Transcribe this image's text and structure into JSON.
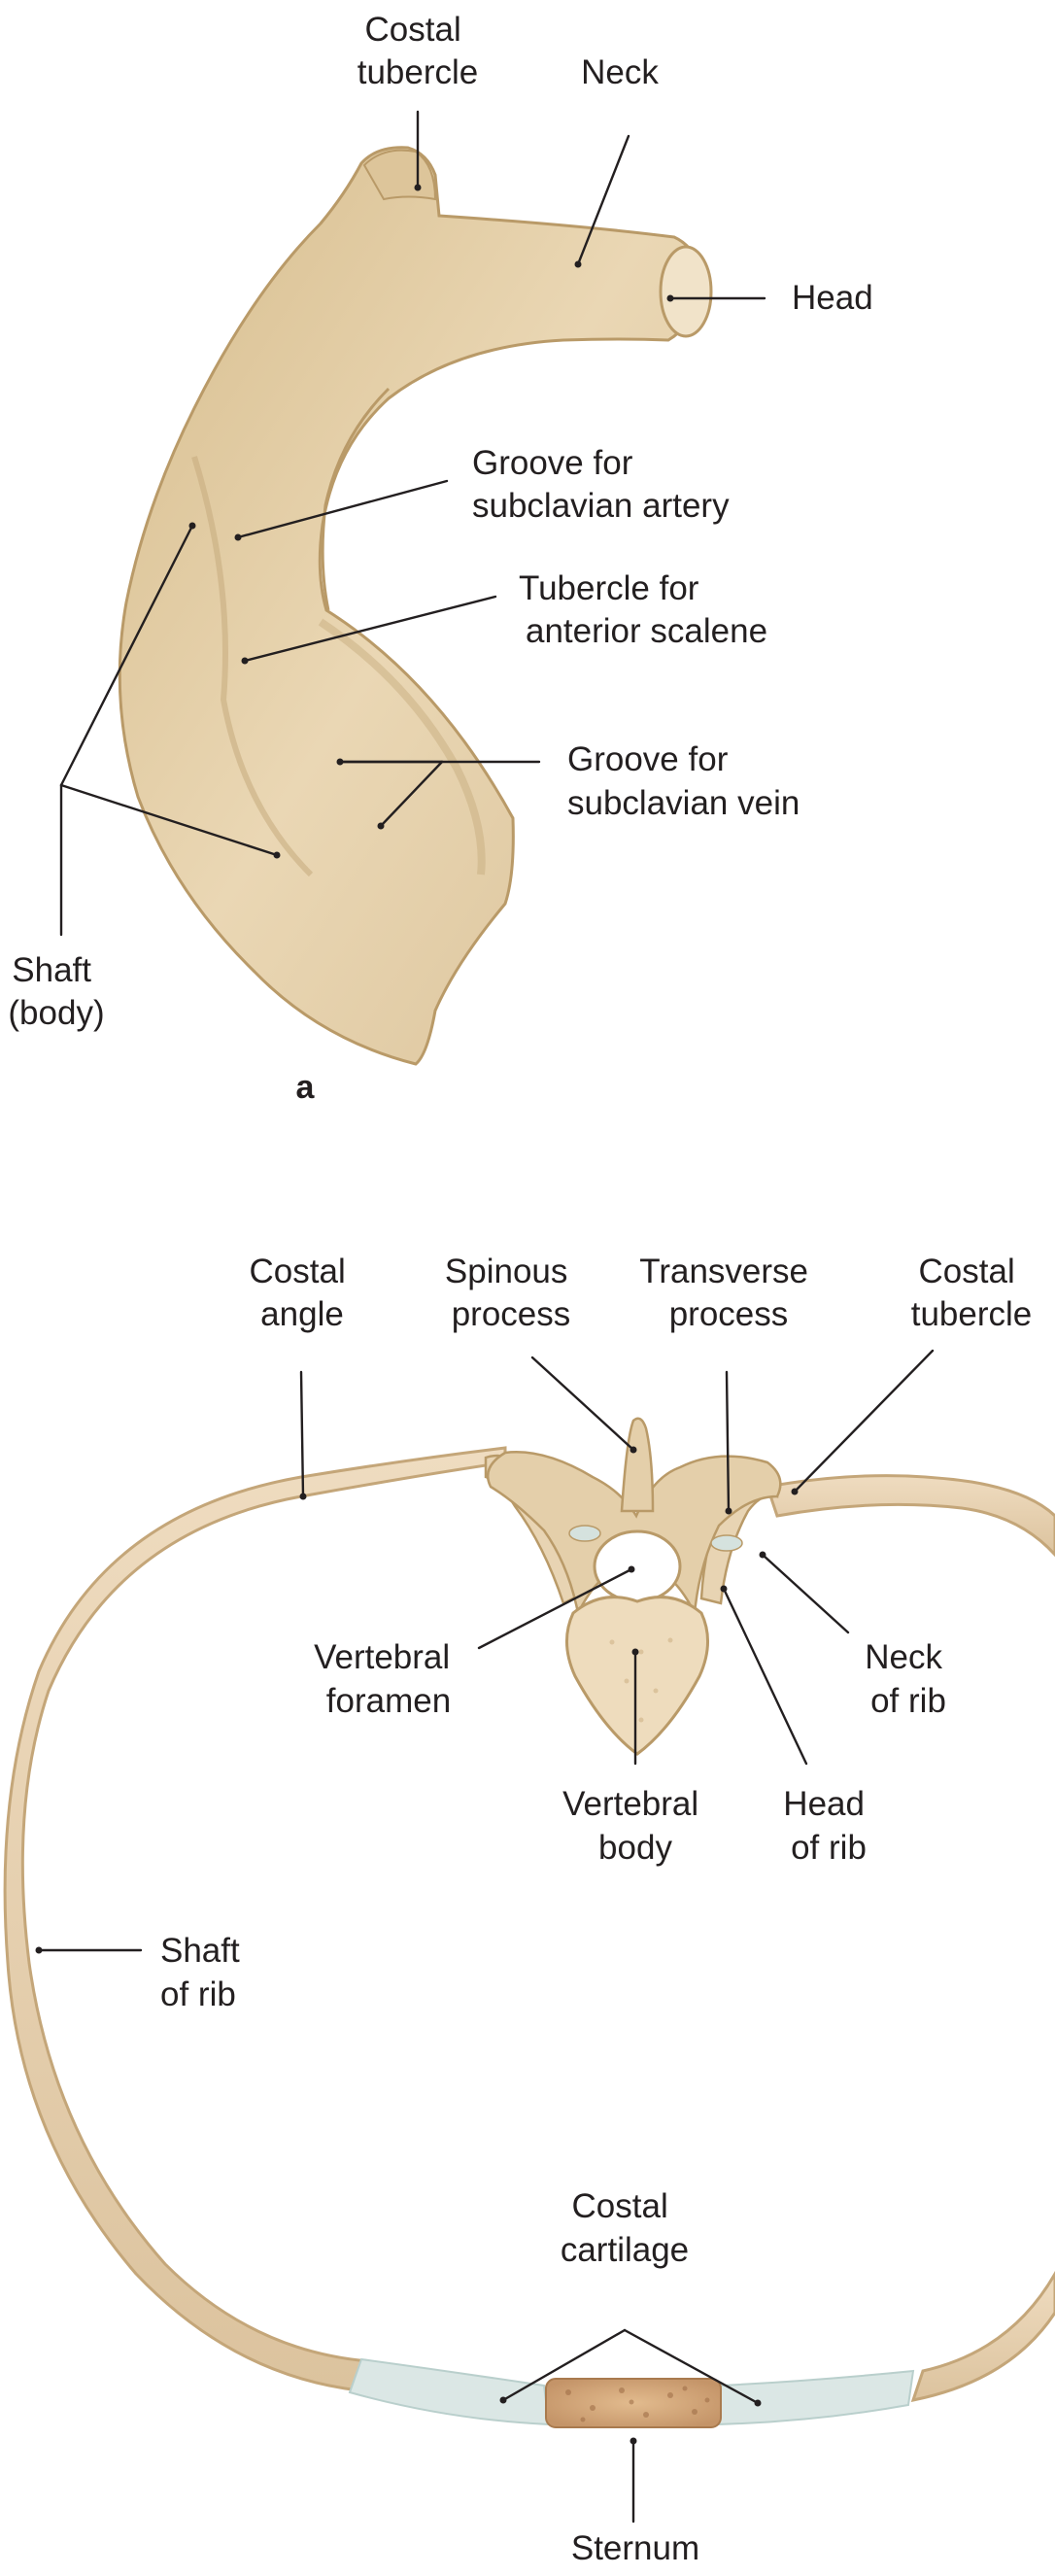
{
  "panel_a": {
    "letter": "a",
    "labels": {
      "costal_tubercle": [
        "Costal",
        "tubercle"
      ],
      "neck": "Neck",
      "head": "Head",
      "groove_artery": [
        "Groove for",
        "subclavian artery"
      ],
      "tubercle_scalene": [
        "Tubercle for",
        "anterior scalene"
      ],
      "groove_vein": [
        "Groove for",
        "subclavian vein"
      ],
      "shaft": [
        "Shaft",
        "(body)"
      ]
    }
  },
  "panel_b": {
    "labels": {
      "costal_angle": [
        "Costal",
        "angle"
      ],
      "spinous_process": [
        "Spinous",
        "process"
      ],
      "transverse_process": [
        "Transverse",
        "process"
      ],
      "costal_tubercle": [
        "Costal",
        "tubercle"
      ],
      "vertebral_foramen": [
        "Vertebral",
        "foramen"
      ],
      "neck_of_rib": [
        "Neck",
        "of rib"
      ],
      "vertebral_body": [
        "Vertebral",
        "body"
      ],
      "head_of_rib": [
        "Head",
        "of rib"
      ],
      "shaft_of_rib": [
        "Shaft",
        "of rib"
      ],
      "costal_cartilage": [
        "Costal",
        "cartilage"
      ],
      "sternum": "Sternum"
    }
  },
  "colors": {
    "bone": "#e7d3b1",
    "bone_shade": "#c9ad7f",
    "bone_dark": "#a98b5c",
    "cartilage": "#d8e6e4",
    "sternum": "#d2a778",
    "ink": "#231f20"
  }
}
